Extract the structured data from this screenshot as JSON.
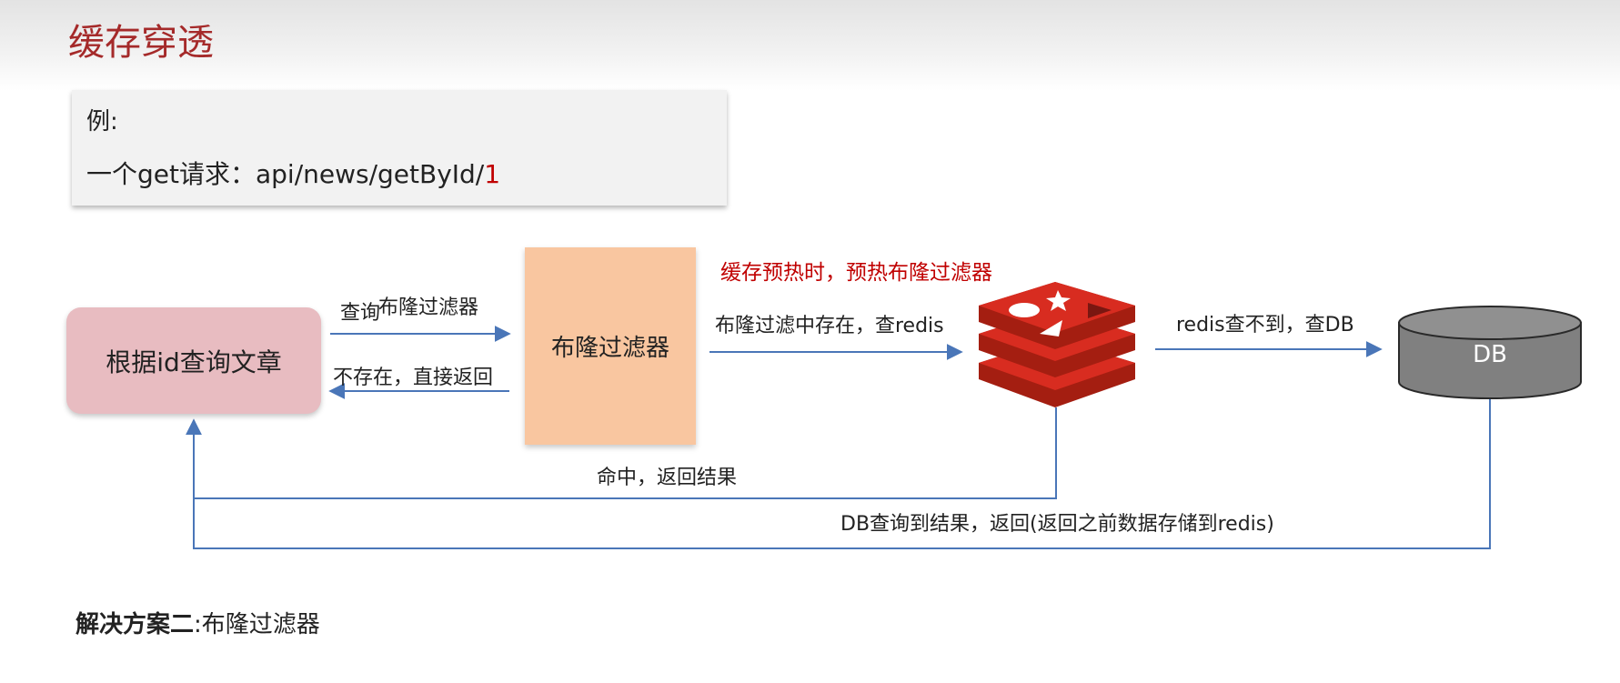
{
  "page_title": "缓存穿透",
  "example": {
    "label": "例:",
    "request_prefix": "一个get请求：api/news/getById/",
    "request_id": "1"
  },
  "nodes": {
    "client": "根据id查询文章",
    "bloom_filter": "布隆过滤器",
    "db": "DB"
  },
  "icons": {
    "cache": "redis-logo-icon",
    "database": "database-cylinder-icon"
  },
  "edges": {
    "query_bloom_part1": "查询",
    "query_bloom_part2": "布隆过滤器",
    "not_exist_return": "不存在，直接返回",
    "exist_query_redis": "布隆过滤中存在，查redis",
    "redis_miss_query_db": "redis查不到，查DB",
    "hit_return": "命中，返回结果",
    "db_result_return": "DB查询到结果，返回(返回之前数据存储到redis)"
  },
  "note": "缓存预热时，预热布隆过滤器",
  "solution": {
    "prefix": "解决方案二",
    "separator": ":",
    "text": "布隆过滤器"
  },
  "colors": {
    "title": "#a52a2a",
    "client_box": "#e8bcc1",
    "bloom_box": "#f9c6a0",
    "arrow": "#4a76b8",
    "db": "#808080",
    "redis": "#d82c20",
    "highlight": "#c00000"
  }
}
